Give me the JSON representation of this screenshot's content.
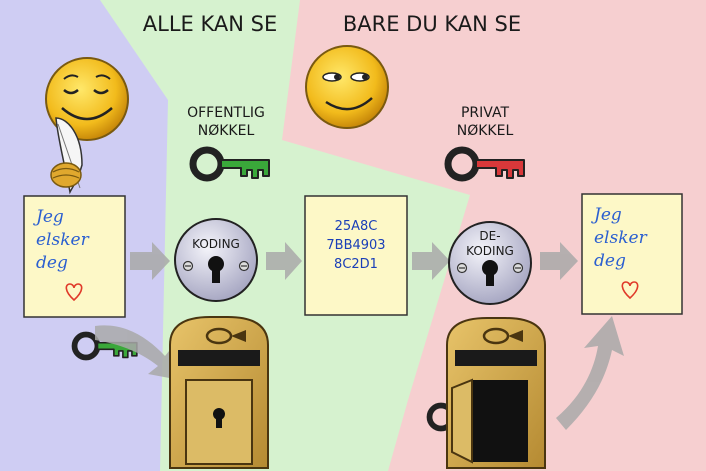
{
  "headers": {
    "public": "ALLE KAN SE",
    "private": "BARE DU KAN SE"
  },
  "labels": {
    "public_key": [
      "OFFENTLIG",
      "NØKKEL"
    ],
    "private_key": [
      "PRIVAT",
      "NØKKEL"
    ]
  },
  "locks": {
    "encode": "KODING",
    "decode": [
      "DE-",
      "KODING"
    ]
  },
  "message": [
    "Jeg",
    "elsker",
    "deg"
  ],
  "cipher": [
    "25A8C",
    "7BB4903",
    "8C2D1"
  ],
  "colors": {
    "left_region": "#cfcdf3",
    "middle_region": "#d6f2cf",
    "right_region": "#f6cfd0",
    "public_key": "#3aa83a",
    "private_key": "#d9383a",
    "paper": "#fdf8c7",
    "mailbox": "#cba24a",
    "arrow": "#a9a9a9"
  },
  "icons": [
    "writer-smiley-icon",
    "sly-smiley-icon",
    "quill-pen-icon",
    "public-key-icon",
    "private-key-icon",
    "lock-icon",
    "mailbox-icon",
    "heart-icon"
  ]
}
